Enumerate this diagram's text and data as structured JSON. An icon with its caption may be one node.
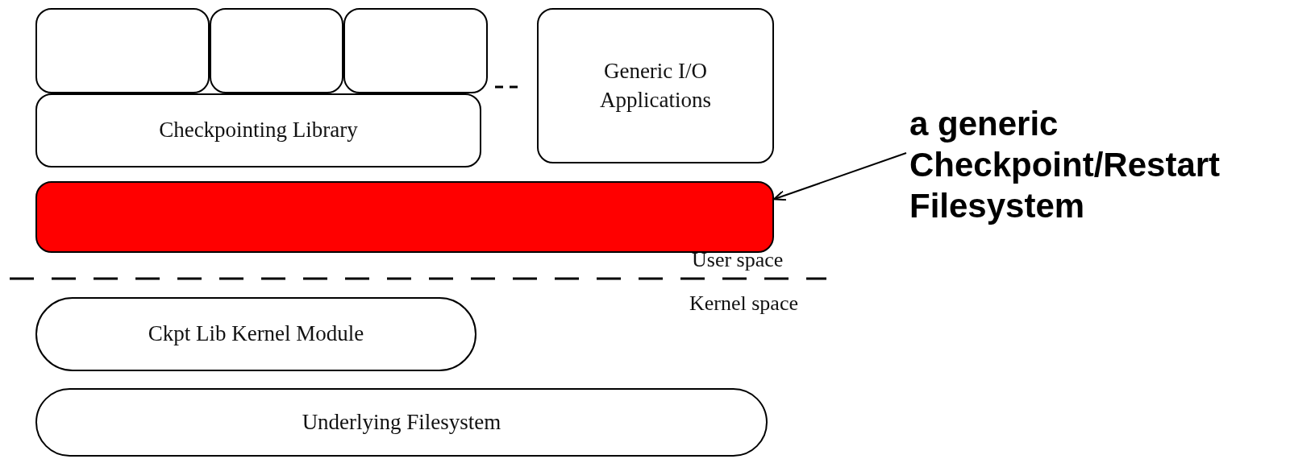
{
  "diagram": {
    "nodes": [
      {
        "text": [],
        "shape": "box"
      },
      {
        "text": [],
        "shape": "box"
      },
      {
        "text": [],
        "shape": "box"
      },
      {
        "text": [
          "Generic I/O Applications"
        ]
      },
      {
        "text": [
          "Checkpointing Library"
        ]
      },
      {
        "text": [],
        "shape": "bar"
      },
      {
        "text": [
          "a generic Checkpoint/Restart Filesystem"
        ]
      },
      {
        "text": [
          "Ckpt Lib Kernel Module"
        ]
      },
      {
        "text": [
          "Underlying Filesystem"
        ]
      }
    ],
    "edges": [
      {
        "from": 6,
        "to": 5,
        "arrow": "to"
      }
    ],
    "labels": [
      "User space",
      "Kernel space"
    ]
  }
}
